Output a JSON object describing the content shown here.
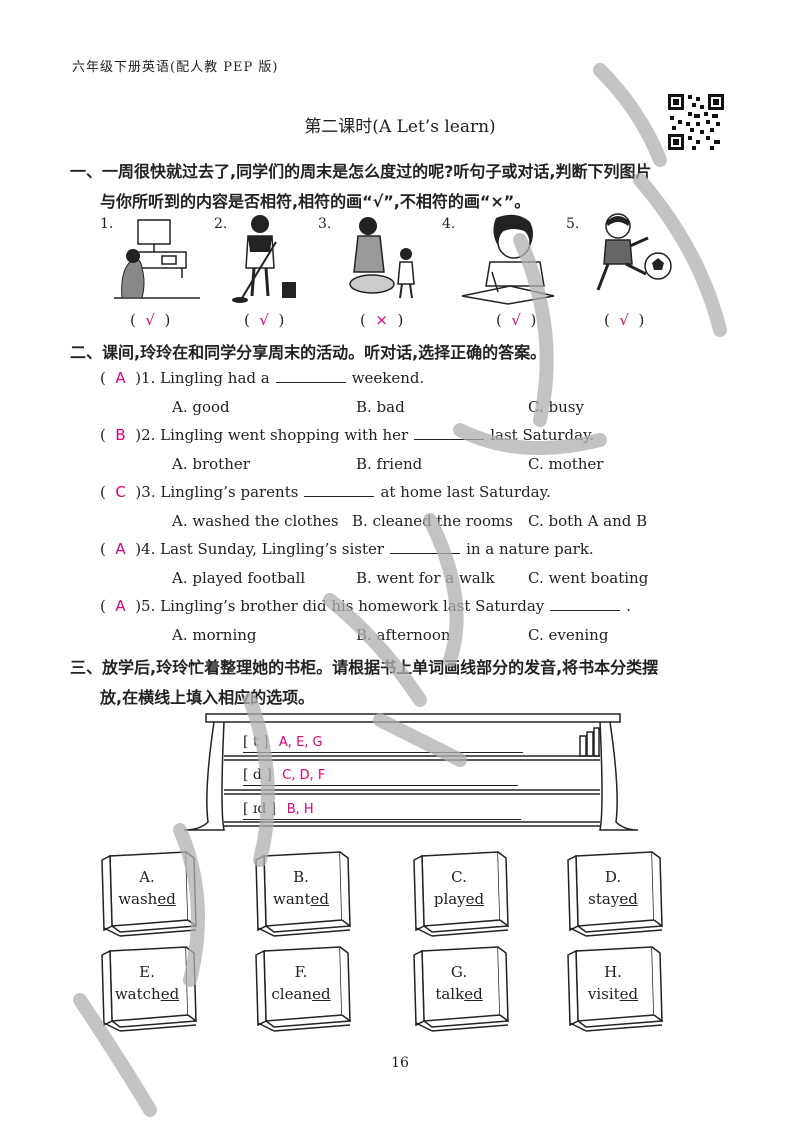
{
  "header": "六年级下册英语(配人教 PEP 版)",
  "title": "第二课时(A Let’s learn)",
  "section1": {
    "line1": "一、一周很快就过去了,同学们的周末是怎么度过的呢?听句子或对话,判断下列图片",
    "line2": "与你所听到的内容是否相符,相符的画“√”,不相符的画“×”。",
    "items": [
      {
        "num": "1.",
        "answer": "√"
      },
      {
        "num": "2.",
        "answer": "√"
      },
      {
        "num": "3.",
        "answer": "×"
      },
      {
        "num": "4.",
        "answer": "√"
      },
      {
        "num": "5.",
        "answer": "√"
      }
    ]
  },
  "section2": {
    "heading": "二、课间,玲玲在和同学分享周末的活动。听对话,选择正确的答案。",
    "questions": [
      {
        "answer": "A",
        "pre": ")1. Lingling had a",
        "post": "weekend.",
        "options": [
          "A. good",
          "B. bad",
          "C. busy"
        ]
      },
      {
        "answer": "B",
        "pre": ")2. Lingling went shopping with her",
        "post": "last Saturday.",
        "options": [
          "A. brother",
          "B. friend",
          "C. mother"
        ]
      },
      {
        "answer": "C",
        "pre": ")3. Lingling’s parents",
        "post": "at home last Saturday.",
        "options": [
          "A. washed the clothes",
          "B. cleaned the rooms",
          "C. both A and B"
        ]
      },
      {
        "answer": "A",
        "pre": ")4. Last Sunday, Lingling’s sister",
        "post": "in a nature park.",
        "options": [
          "A. played football",
          "B. went for a walk",
          "C. went boating"
        ]
      },
      {
        "answer": "A",
        "pre": ")5. Lingling’s brother did his homework last Saturday",
        "post": ".",
        "options": [
          "A. morning",
          "B. afternoon",
          "C. evening"
        ]
      }
    ]
  },
  "section3": {
    "line1": "三、放学后,玲玲忙着整理她的书柜。请根据书上单词画线部分的发音,将书本分类摆",
    "line2": "放,在横线上填入相应的选项。",
    "shelves": [
      {
        "sound": "[ t ]",
        "answer": "A, E, G"
      },
      {
        "sound": "[ d ]",
        "answer": "C, D, F"
      },
      {
        "sound": "[ ɪd ]",
        "answer": "B, H"
      }
    ],
    "books": [
      {
        "letter": "A.",
        "stem": "wash",
        "suffix": "ed"
      },
      {
        "letter": "B.",
        "stem": "want",
        "suffix": "ed"
      },
      {
        "letter": "C.",
        "stem": "play",
        "suffix": "ed"
      },
      {
        "letter": "D.",
        "stem": "stay",
        "suffix": "ed"
      },
      {
        "letter": "E.",
        "stem": "watch",
        "suffix": "ed"
      },
      {
        "letter": "F.",
        "stem": "clean",
        "suffix": "ed"
      },
      {
        "letter": "G.",
        "stem": "talk",
        "suffix": "ed"
      },
      {
        "letter": "H.",
        "stem": "visit",
        "suffix": "ed"
      }
    ]
  },
  "page_number": "16",
  "colors": {
    "answer": "#e0007a",
    "text": "#222222",
    "watermark": "#b0b0b0"
  }
}
